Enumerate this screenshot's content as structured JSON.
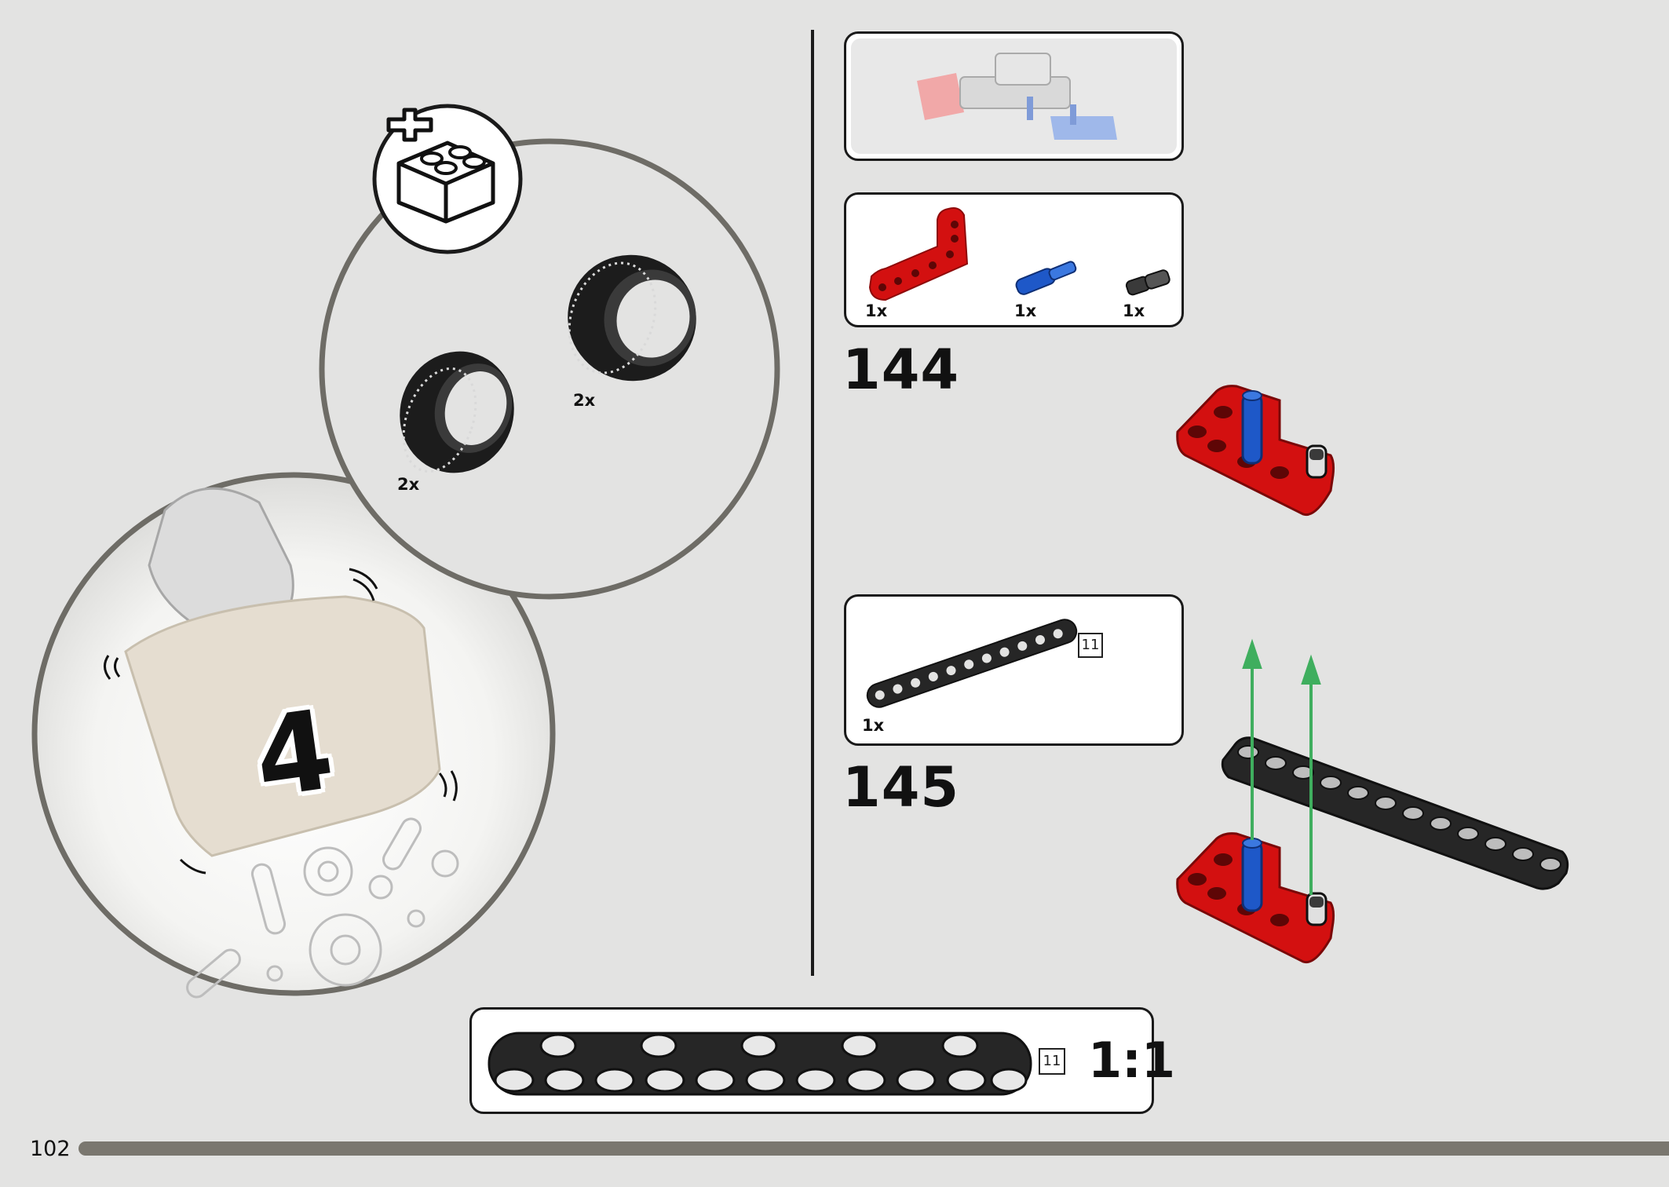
{
  "colors": {
    "background": "#e3e3e2",
    "circle_border": "#6e6c66",
    "beam_red": "#d31010",
    "pin_blue": "#1e58c8",
    "beam_black": "#262626",
    "arrow_green": "#3fae5e"
  },
  "bag_callout": {
    "bag_number": "4",
    "icon": "add-brick-icon"
  },
  "tire_callout": {
    "tires": [
      {
        "qty": "2x"
      },
      {
        "qty": "2x"
      }
    ]
  },
  "steps": [
    {
      "number": "144",
      "parts": [
        {
          "name": "red-l-beam",
          "qty": "1x"
        },
        {
          "name": "blue-axle-pin",
          "qty": "1x"
        },
        {
          "name": "black-pin",
          "qty": "1x"
        }
      ]
    },
    {
      "number": "145",
      "parts": [
        {
          "name": "black-beam-11",
          "qty": "1x",
          "length": "11"
        }
      ]
    }
  ],
  "scale_reference": {
    "length": "11",
    "scale": "1:1"
  },
  "page": {
    "number": "102"
  }
}
